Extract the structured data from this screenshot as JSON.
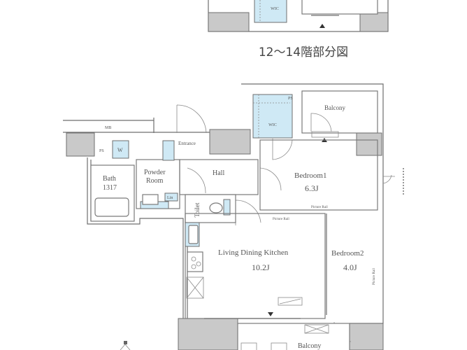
{
  "partial_plan": {
    "title": "12～14階部分図",
    "wic": "WIC"
  },
  "rooms": {
    "mb": "MB",
    "ps1": "PS",
    "w": "W",
    "bath": "Bath",
    "bath_size": "1317",
    "powder_room_1": "Powder",
    "powder_room_2": "Room",
    "lin": "Lin",
    "entrance": "Entrance",
    "hall": "Hall",
    "toilet": "Toilet",
    "wic": "WIC",
    "ps2": "PS",
    "balcony_top": "Balcony",
    "bedroom1": "Bedroom1",
    "bedroom1_size": "6.3J",
    "picture_rail_1": "Picture Rail",
    "picture_rail_2": "Picture Rail",
    "picture_rail_3": "Picture Rail",
    "ldk": "Living Dining Kitchen",
    "ldk_size": "10.2J",
    "bedroom2": "Bedroom2",
    "bedroom2_size": "4.0J",
    "balcony_bottom": "Balcony"
  },
  "colors": {
    "wall": "#c9c9c9",
    "wet_area": "#cfe9f5",
    "line": "#6f6f6f"
  }
}
